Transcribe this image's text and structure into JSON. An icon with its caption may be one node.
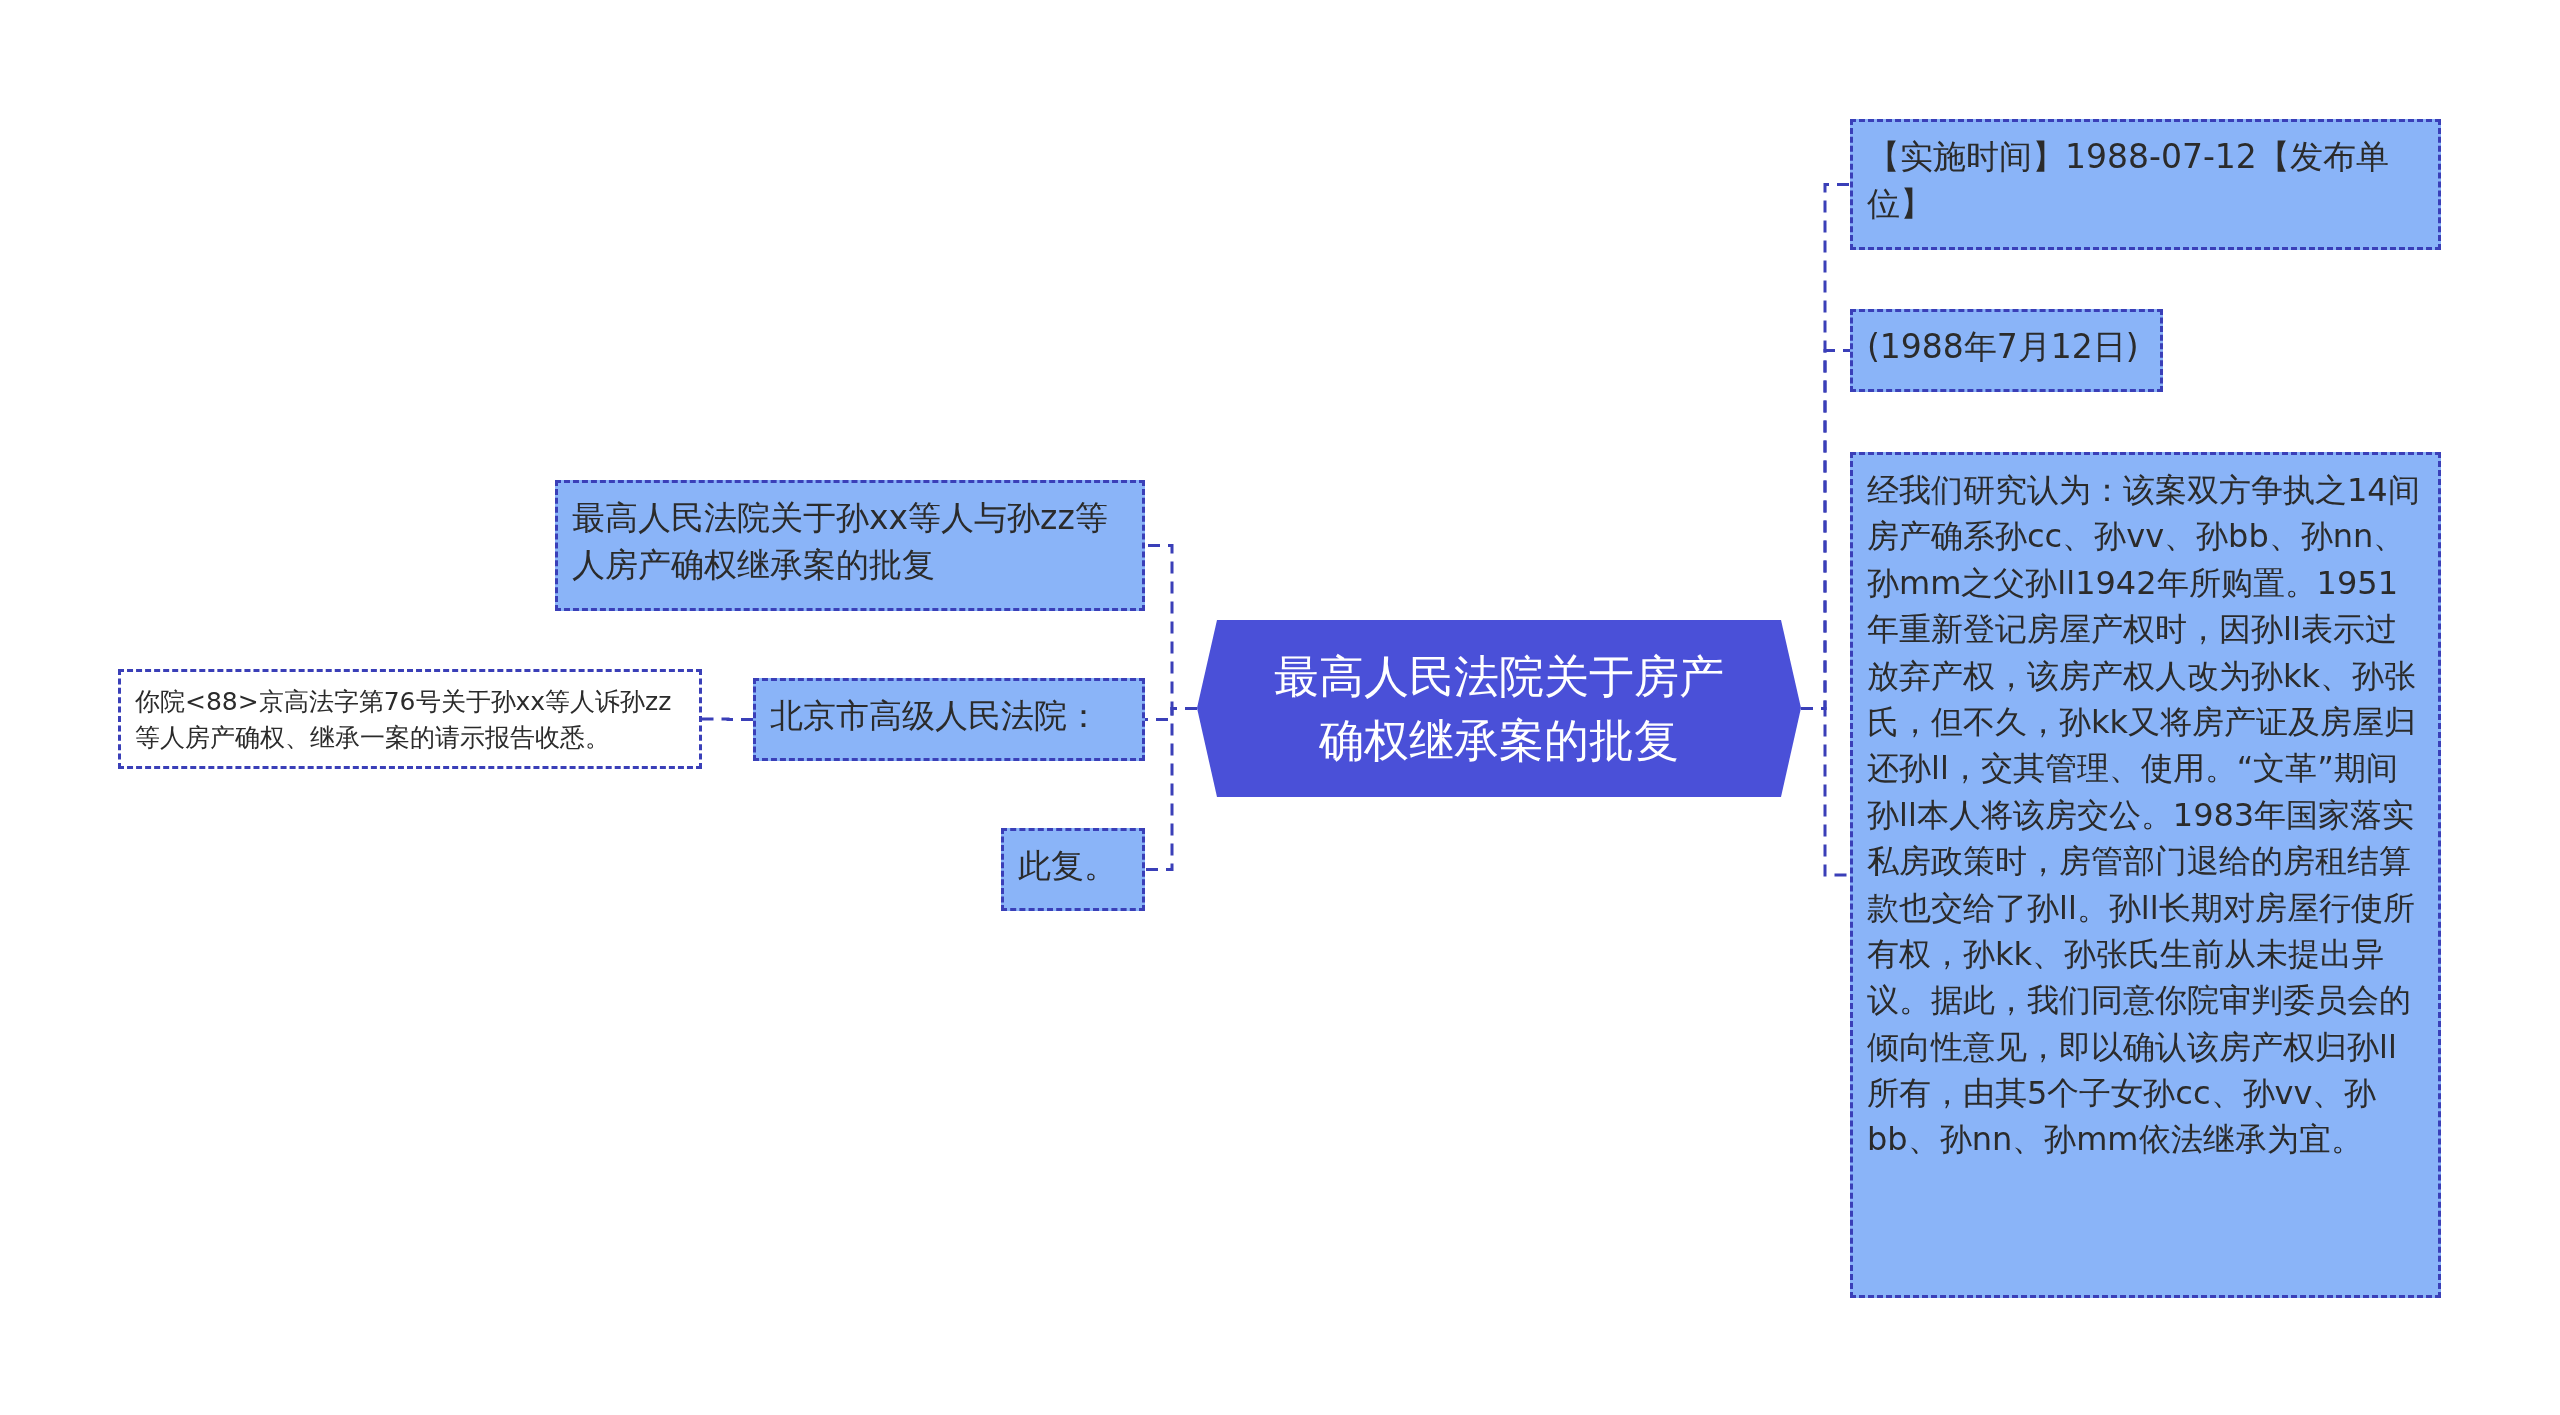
{
  "diagram": {
    "nodes": [
      {
        "text": [
          "最高人民法院关于房产确权继承案的批复"
        ]
      },
      {
        "text": [
          "【实施时间】1988-07-12【发布单位】"
        ]
      },
      {
        "text": [
          "(1988年7月12日)"
        ]
      },
      {
        "text": [
          "经我们研究认为：该案双方争执之14间房产确系孙cc、孙vv、孙bb、孙nn、孙mm之父孙ll1942年所购置。1951年重新登记房屋产权时，因孙ll表示过放弃产权，该房产权人改为孙kk、孙张氏，但不久，孙kk又将房产证及房屋归还孙ll，交其管理、使用。“文革”期间孙ll本人将该房交公。1983年国家落实私房政策时，房管部门退给的房租结算款也交给了孙ll。孙ll长期对房屋行使所有权，孙kk、孙张氏生前从未提出异议。据此，我们同意你院审判委员会的倾向性意见，即以确认该房产权归孙ll所有，由其5个子女孙cc、孙vv、孙bb、孙nn、孙mm依法继承为宜。"
        ]
      },
      {
        "text": [
          "最高人民法院关于孙xx等人与孙zz等人房产确权继承案的批复"
        ]
      },
      {
        "text": [
          "北京市高级人民法院："
        ]
      },
      {
        "text": [
          "此复。"
        ]
      },
      {
        "text": [
          "你院<88>京高法字第76号关于孙xx等人诉孙zz等人房产确权、继承一案的请示报告收悉。"
        ]
      }
    ],
    "edges": [
      {
        "from": 0,
        "to": 1,
        "arrow": "none"
      },
      {
        "from": 0,
        "to": 2,
        "arrow": "none"
      },
      {
        "from": 0,
        "to": 3,
        "arrow": "none"
      },
      {
        "from": 0,
        "to": 4,
        "arrow": "none"
      },
      {
        "from": 0,
        "to": 5,
        "arrow": "none"
      },
      {
        "from": 0,
        "to": 6,
        "arrow": "none"
      },
      {
        "from": 5,
        "to": 7,
        "arrow": "none"
      }
    ]
  }
}
